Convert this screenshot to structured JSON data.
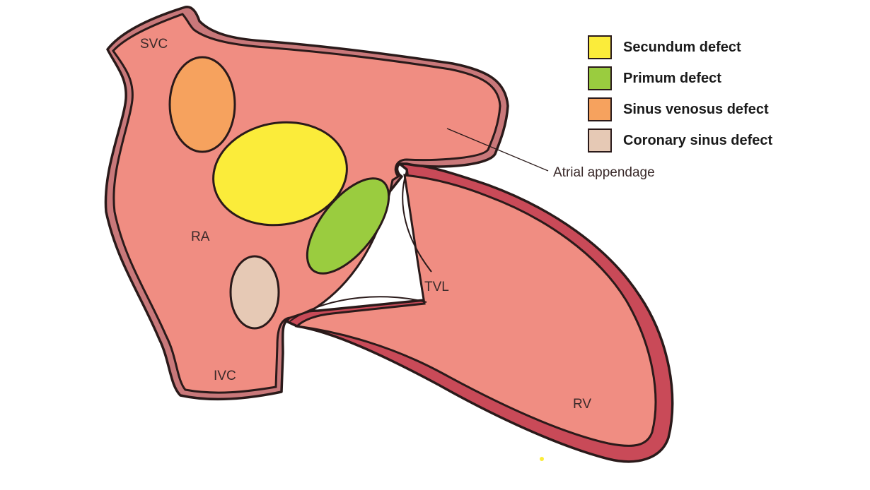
{
  "labels": {
    "svc": "SVC",
    "ra": "RA",
    "ivc": "IVC",
    "tvl": "TVL",
    "rv": "RV",
    "atrial_appendage": "Atrial appendage"
  },
  "legend": [
    {
      "label": "Secundum defect",
      "color": "#fbec3a"
    },
    {
      "label": "Primum defect",
      "color": "#9acc3f"
    },
    {
      "label": "Sinus venosus defect",
      "color": "#f6a25e"
    },
    {
      "label": "Coronary sinus defect",
      "color": "#e6c9b5"
    }
  ],
  "colors": {
    "atrium_fill": "#f08d82",
    "wall_fill": "#c9787a",
    "ventricle_wall": "#c94a58",
    "ventricle_fill": "#f08d82",
    "outline": "#2a1a1a"
  }
}
